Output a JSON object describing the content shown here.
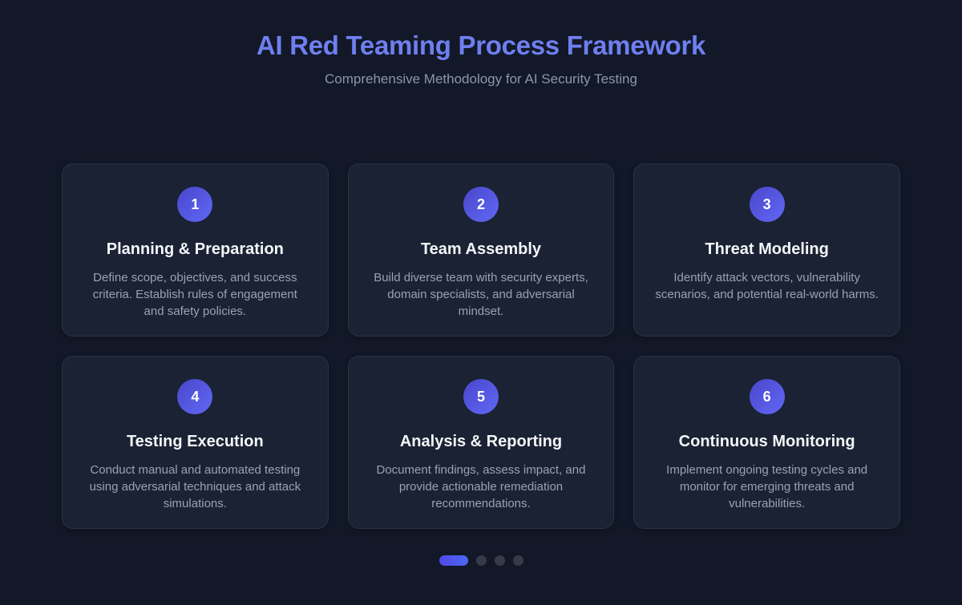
{
  "header": {
    "title": "AI Red Teaming Process Framework",
    "subtitle": "Comprehensive Methodology for AI Security Testing"
  },
  "cards": [
    {
      "number": "1",
      "title": "Planning & Preparation",
      "description": "Define scope, objectives, and success criteria. Establish rules of engagement and safety policies."
    },
    {
      "number": "2",
      "title": "Team Assembly",
      "description": "Build diverse team with security experts, domain specialists, and adversarial mindset."
    },
    {
      "number": "3",
      "title": "Threat Modeling",
      "description": "Identify attack vectors, vulnerability scenarios, and potential real-world harms."
    },
    {
      "number": "4",
      "title": "Testing Execution",
      "description": "Conduct manual and automated testing using adversarial techniques and attack simulations."
    },
    {
      "number": "5",
      "title": "Analysis & Reporting",
      "description": "Document findings, assess impact, and provide actionable remediation recommendations."
    },
    {
      "number": "6",
      "title": "Continuous Monitoring",
      "description": "Implement ongoing testing cycles and monitor for emerging threats and vulnerabilities."
    }
  ],
  "pagination": {
    "total_dots": 4,
    "active_index": 0
  },
  "colors": {
    "page-bg": "#121827",
    "card-bg": "#1a2233",
    "card-border": "#2b3345",
    "title-accent": "#6f7ff0",
    "subtitle-text": "#8e96a6",
    "card-title-text": "#f3f5f8",
    "card-desc-text": "#99a2b3",
    "badge-from": "#4a46cc",
    "badge-to": "#6068f4",
    "pill-from": "#5348e4",
    "pill-to": "#4a67f5",
    "dot-inactive": "#353b49"
  }
}
